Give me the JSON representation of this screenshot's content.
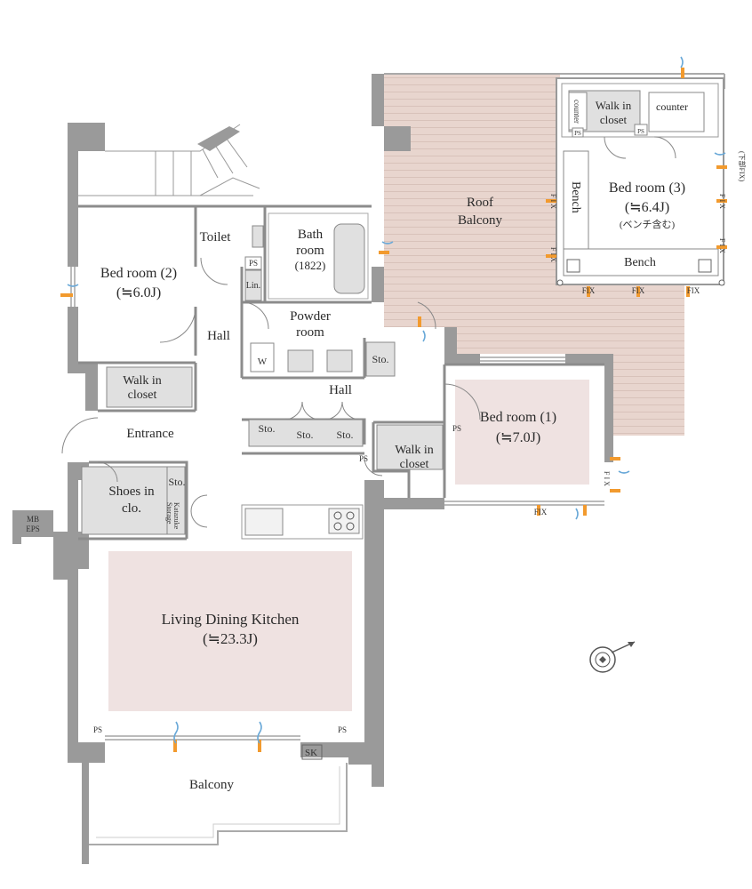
{
  "rooms": {
    "bed2": {
      "name": "Bed room (2)",
      "size": "(≒6.0J)"
    },
    "bed1": {
      "name": "Bed room (1)",
      "size": "(≒7.0J)"
    },
    "bed3": {
      "name": "Bed room (3)",
      "size": "(≒6.4J)",
      "note": "(ベンチ含む)"
    },
    "ldk": {
      "name": "Living Dining Kitchen",
      "size": "(≒23.3J)"
    },
    "bath": {
      "line1": "Bath",
      "line2": "room",
      "line3": "(1822)"
    },
    "powder": {
      "line1": "Powder",
      "line2": "room"
    },
    "roof_balcony": {
      "line1": "Roof",
      "line2": "Balcony"
    },
    "balcony": "Balcony",
    "toilet": "Toilet",
    "hall_left": "Hall",
    "hall_center": "Hall",
    "entrance": "Entrance",
    "wic_left": {
      "line1": "Walk in",
      "line2": "closet"
    },
    "wic_bed1": {
      "line1": "Walk in",
      "line2": "closet"
    },
    "wic_bed3": {
      "line1": "Walk in",
      "line2": "closet"
    },
    "shoes": {
      "line1": "Shoes in",
      "line2": "clo."
    },
    "katazuke": {
      "line1": "Katazuke",
      "line2": "Storage"
    },
    "mb_eps": {
      "line1": "MB",
      "line2": "EPS"
    }
  },
  "labels": {
    "sto": "Sto.",
    "ps": "PS",
    "lin": "Lin.",
    "w": "W",
    "sk": "SK",
    "fix": "FIX",
    "fix_v": "F I X",
    "bench": "Bench",
    "counter": "counter",
    "lower_fix": "(下部FIX)"
  },
  "colors": {
    "wall": "#9a9a9a",
    "room_tint": "#efe2e1",
    "balcony_floor": "#e7d4cd",
    "fix_marker": "#f29a2e",
    "window_wind": "#6aa9d8"
  },
  "icons": [
    "compass-icon"
  ]
}
